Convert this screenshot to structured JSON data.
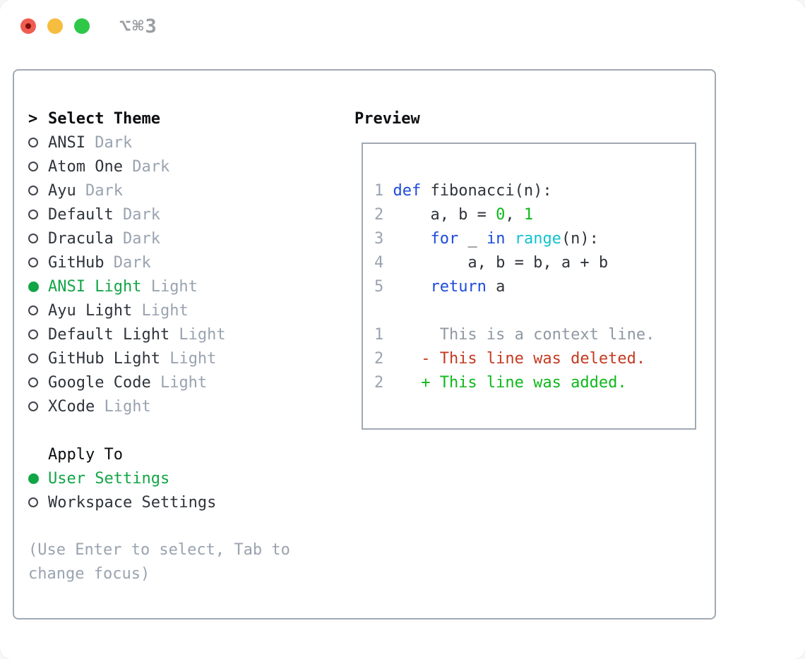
{
  "titlebar": {
    "shortcut": "⌥⌘3"
  },
  "theme_list": {
    "prompt": ">",
    "header": "Select Theme",
    "items": [
      {
        "name": "ANSI",
        "tag": "Dark",
        "selected": false
      },
      {
        "name": "Atom One",
        "tag": "Dark",
        "selected": false
      },
      {
        "name": "Ayu",
        "tag": "Dark",
        "selected": false
      },
      {
        "name": "Default",
        "tag": "Dark",
        "selected": false
      },
      {
        "name": "Dracula",
        "tag": "Dark",
        "selected": false
      },
      {
        "name": "GitHub",
        "tag": "Dark",
        "selected": false
      },
      {
        "name": "ANSI Light",
        "tag": "Light",
        "selected": true
      },
      {
        "name": "Ayu Light",
        "tag": "Light",
        "selected": false
      },
      {
        "name": "Default Light",
        "tag": "Light",
        "selected": false
      },
      {
        "name": "GitHub Light",
        "tag": "Light",
        "selected": false
      },
      {
        "name": "Google Code",
        "tag": "Light",
        "selected": false
      },
      {
        "name": "XCode",
        "tag": "Light",
        "selected": false
      }
    ]
  },
  "apply_to": {
    "header": "Apply To",
    "options": [
      {
        "label": "User Settings",
        "selected": true
      },
      {
        "label": "Workspace Settings",
        "selected": false
      }
    ]
  },
  "help_text": "(Use Enter to select, Tab to change focus)",
  "preview": {
    "header": "Preview",
    "code_lines": [
      {
        "num": "1",
        "tokens": [
          {
            "c": "kw",
            "t": "def"
          },
          {
            "c": "fg",
            "t": " fibonacci(n):"
          }
        ]
      },
      {
        "num": "2",
        "tokens": [
          {
            "c": "fg",
            "t": "    a, b = "
          },
          {
            "c": "num",
            "t": "0"
          },
          {
            "c": "fg",
            "t": ", "
          },
          {
            "c": "num",
            "t": "1"
          }
        ]
      },
      {
        "num": "3",
        "tokens": [
          {
            "c": "fg",
            "t": "    "
          },
          {
            "c": "kw",
            "t": "for"
          },
          {
            "c": "fg",
            "t": " _ "
          },
          {
            "c": "kw",
            "t": "in"
          },
          {
            "c": "fg",
            "t": " "
          },
          {
            "c": "fn",
            "t": "range"
          },
          {
            "c": "fg",
            "t": "(n):"
          }
        ]
      },
      {
        "num": "4",
        "tokens": [
          {
            "c": "fg",
            "t": "        a, b = b, a + b"
          }
        ]
      },
      {
        "num": "5",
        "tokens": [
          {
            "c": "fg",
            "t": "    "
          },
          {
            "c": "kw",
            "t": "return"
          },
          {
            "c": "fg",
            "t": " a"
          }
        ]
      },
      {
        "num": "",
        "tokens": []
      },
      {
        "num": "1",
        "tokens": [
          {
            "c": "ctx",
            "t": "     This is a context line."
          }
        ]
      },
      {
        "num": "2",
        "tokens": [
          {
            "c": "del",
            "t": "   - This line was deleted."
          }
        ]
      },
      {
        "num": "2",
        "tokens": [
          {
            "c": "add",
            "t": "   + This line was added."
          }
        ]
      }
    ]
  },
  "colors": {
    "accent_green": "#12a546",
    "keyword_blue": "#1c4bdb",
    "function_cyan": "#13c2cd",
    "number_green": "#0db81b",
    "added_green": "#0db81b",
    "deleted_red": "#c43a20",
    "context_gray": "#8f99a4",
    "muted_gray": "#99a3b0",
    "text_dark": "#2f343b",
    "heading_black": "#0c0e11",
    "border_gray": "#a0a9b4",
    "traffic_red": "#f05c50",
    "traffic_red_dot": "#7d0f08",
    "traffic_yellow": "#f7bd40",
    "traffic_green": "#2ec748"
  }
}
